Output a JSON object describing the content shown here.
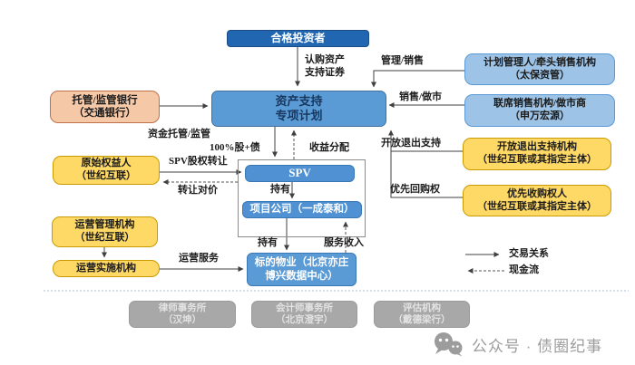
{
  "boxes": {
    "qualified_investors": {
      "label": "合格投资者"
    },
    "abs_plan": {
      "label": "资产支持\n专项计划"
    },
    "custodian_bank": {
      "label": "托管/监管银行\n（交通银行）"
    },
    "original_owner": {
      "label": "原始权益人\n（世纪互联）"
    },
    "ops_mgmt": {
      "label": "运营管理机构\n（世纪互联）"
    },
    "ops_impl": {
      "label": "运营实施机构"
    },
    "plan_manager": {
      "label": "计划管理人/牵头销售机构\n（太保资管）"
    },
    "joint_seller": {
      "label": "联席销售机构/做市商\n（申万宏源）"
    },
    "exit_support": {
      "label": "开放退出支持机构\n（世纪互联或其指定主体）"
    },
    "priority_purchaser": {
      "label": "优先收购权人\n（世纪互联或其指定主体）"
    },
    "spv": {
      "label": "SPV"
    },
    "project_company": {
      "label": "项目公司（一成泰和）"
    },
    "target_property": {
      "label": "标的物业（北京亦庄\n博兴数据中心）"
    },
    "law_firm": {
      "label": "律师事务所\n（汉坤）"
    },
    "accounting_firm": {
      "label": "会计师事务所\n（北京澄宇）"
    },
    "appraiser": {
      "label": "评估机构\n（戴德梁行）"
    }
  },
  "edges": {
    "subscribe": "认购资产\n支持证券",
    "manage_sell": "管理/销售",
    "sell_marketmake": "销售/做市",
    "open_exit_support": "开放退出支持",
    "priority_repurchase": "优先回购权",
    "fund_custody": "资金托管/监管",
    "spv_equity_transfer": "SPV股权转让",
    "transfer_consideration": "转让对价",
    "equity_plus_debt": "100%股+债",
    "income_distribution": "收益分配",
    "hold_1": "持有",
    "hold_2": "持有",
    "service_income": "服务收入",
    "operation_service": "运营服务"
  },
  "legend": {
    "transaction": "交易关系",
    "cash_flow": "现金流"
  },
  "watermark": {
    "text": "公众号 · 债圈纪事"
  },
  "colors": {
    "dark_blue": "#2166b0",
    "mid_blue": "#5b9bd5",
    "light_blue": "#9dc3e6",
    "yellow": "#ffd966",
    "pink": "#f5c9a8",
    "gray": "#a8a8a8",
    "line": "#404040",
    "watermark_gray": "#9c9c9c"
  }
}
